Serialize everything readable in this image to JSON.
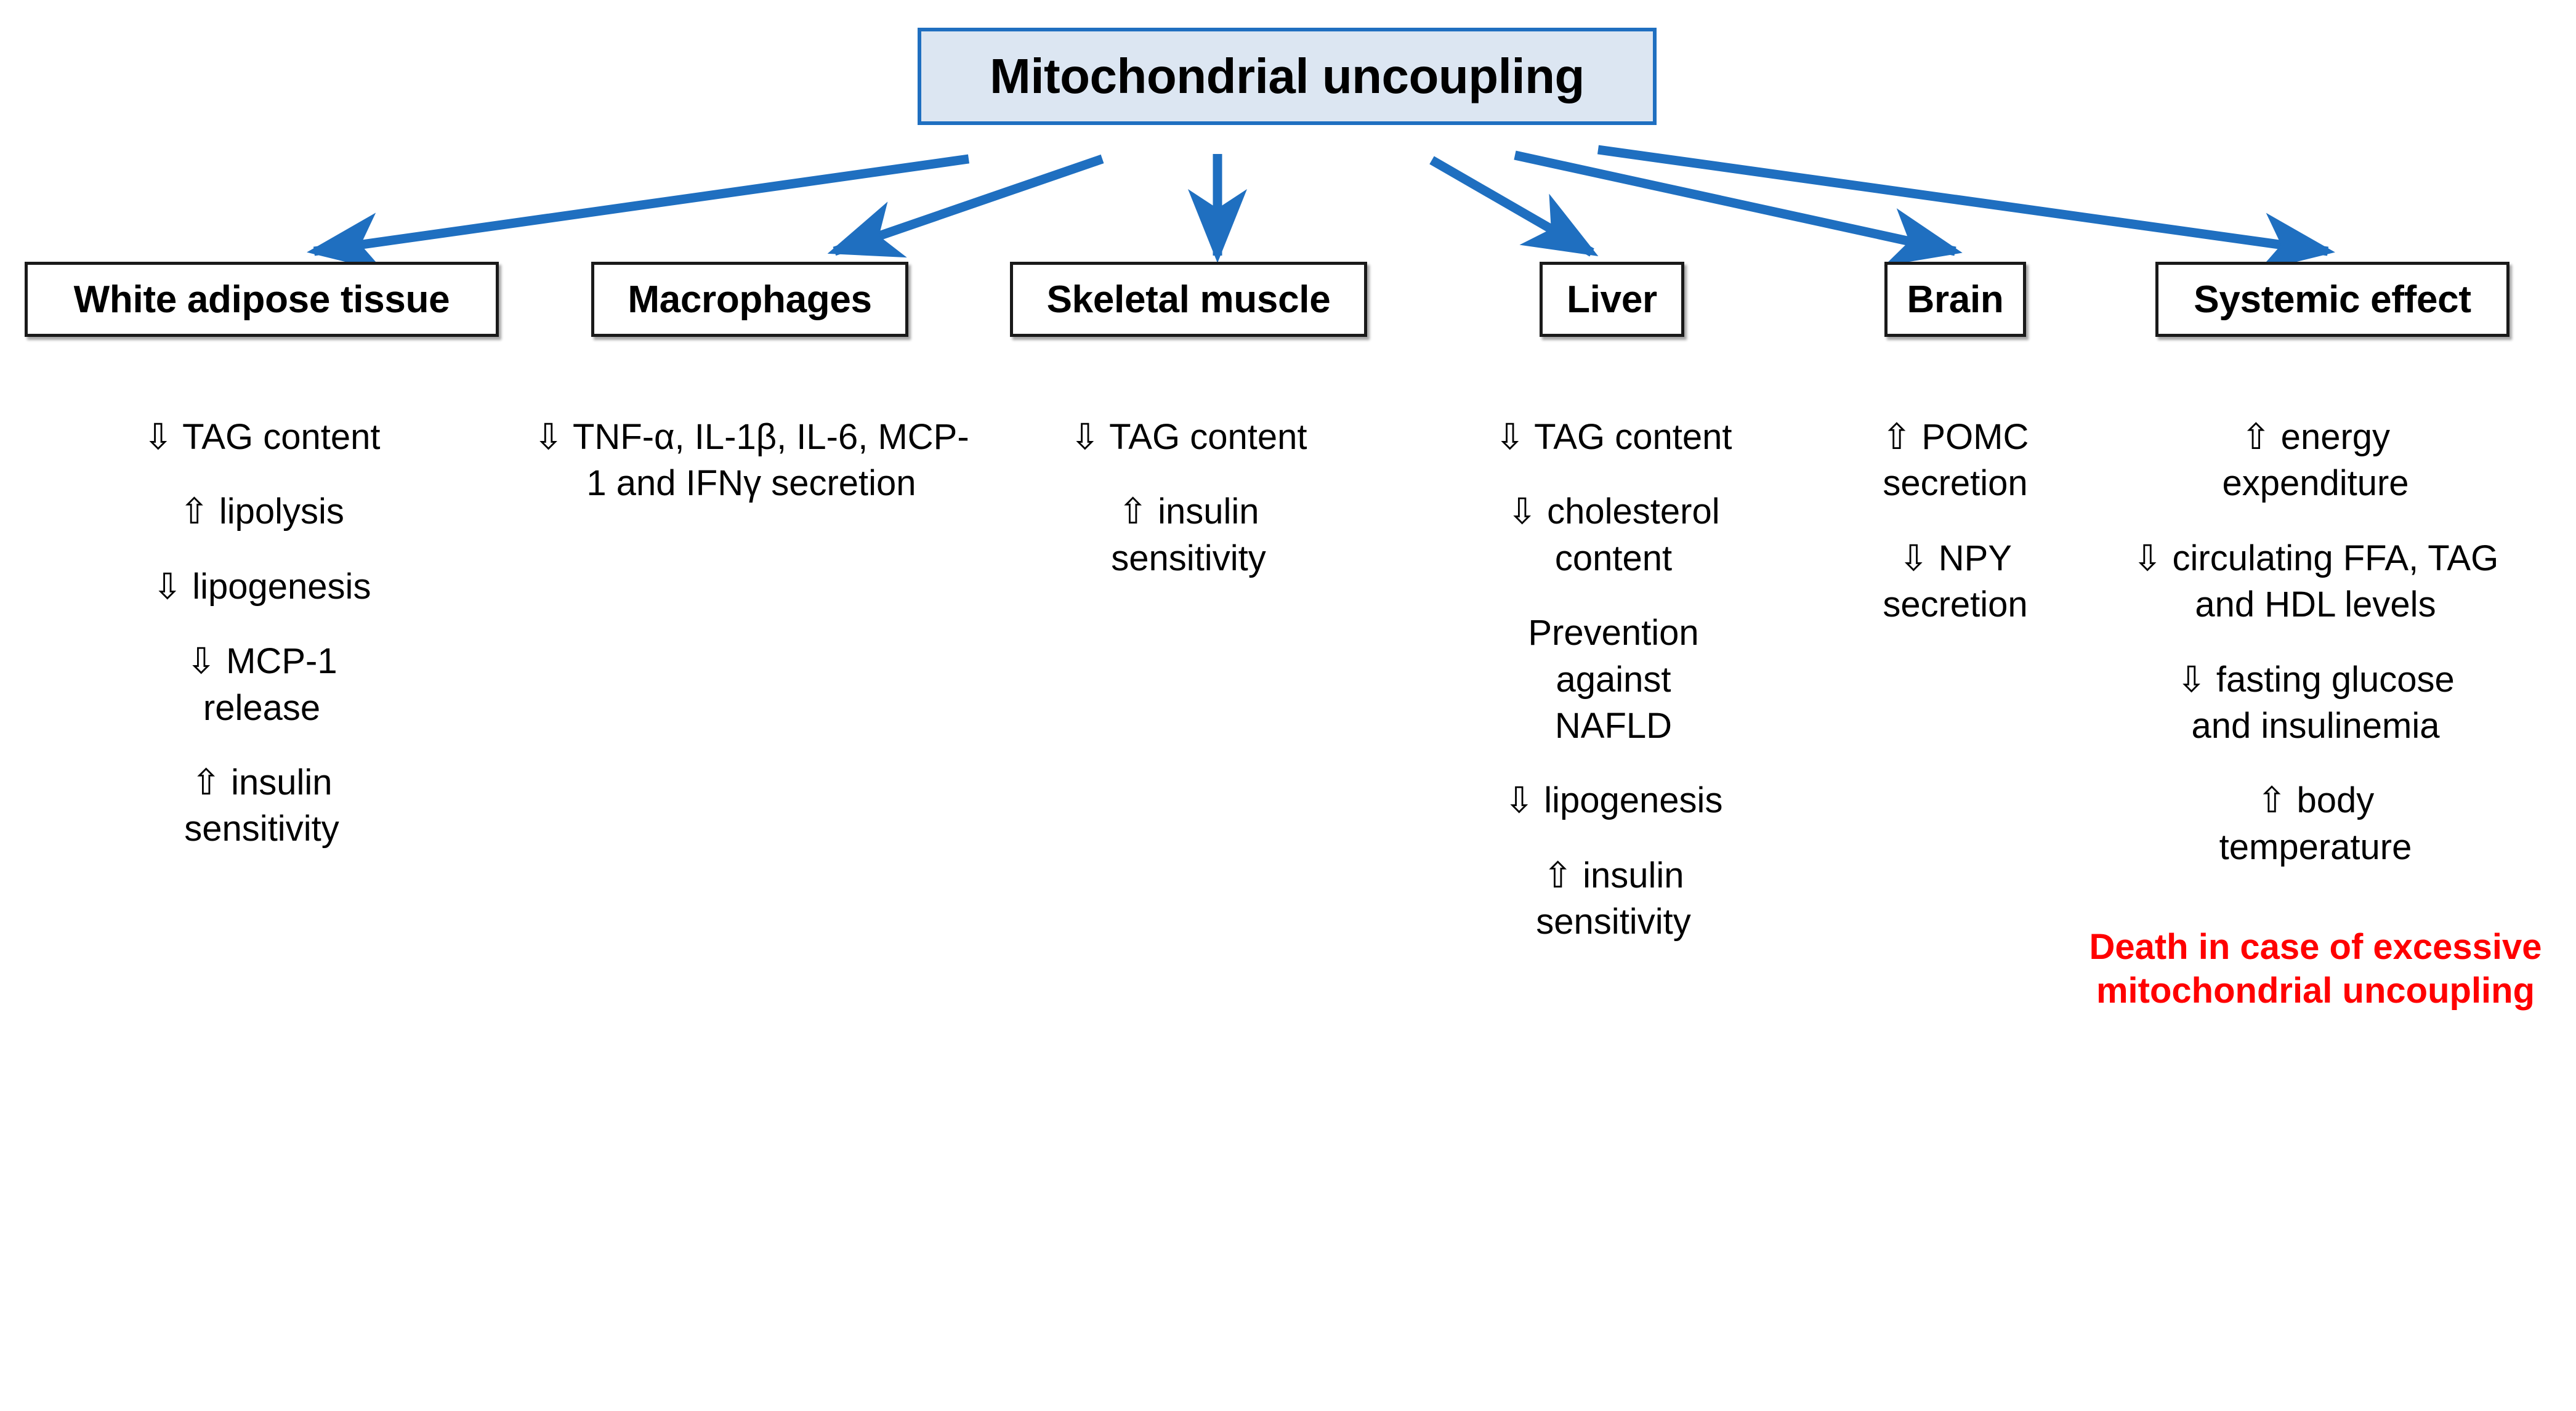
{
  "title": {
    "label": "Mitochondrial uncoupling",
    "fill_color": "#DCE6F2",
    "border_color": "#1F6FC0"
  },
  "arrow_color": "#1F6FC0",
  "icons": {
    "increase": "⇧",
    "decrease": "⇩"
  },
  "columns": [
    {
      "id": "white-adipose-tissue",
      "header": "White adipose tissue",
      "entries": [
        "⇩ TAG content",
        "⇧ lipolysis",
        "⇩ lipogenesis",
        "⇩ MCP-1 release",
        "⇧ insulin sensitivity"
      ]
    },
    {
      "id": "macrophages",
      "header": "Macrophages",
      "entries": [
        "⇩ TNF-α, IL-1β, IL-6, MCP-1 and IFNγ secretion"
      ]
    },
    {
      "id": "skeletal-muscle",
      "header": "Skeletal muscle",
      "entries": [
        "⇩ TAG content",
        "⇧ insulin sensitivity"
      ]
    },
    {
      "id": "liver",
      "header": "Liver",
      "entries": [
        "⇩ TAG content",
        "⇩ cholesterol content",
        "Prevention against NAFLD",
        "⇩ lipogenesis",
        "⇧ insulin sensitivity"
      ]
    },
    {
      "id": "brain",
      "header": "Brain",
      "entries": [
        "⇧ POMC secretion",
        "⇩ NPY secretion"
      ]
    },
    {
      "id": "systemic-effect",
      "header": "Systemic effect",
      "entries": [
        "⇧ energy expenditure",
        "⇩ circulating FFA, TAG and HDL levels",
        "⇩ fasting glucose and insulinemia",
        "⇧ body temperature"
      ],
      "warning": "Death in case of excessive mitochondrial uncoupling",
      "warning_color": "#FF0000"
    }
  ]
}
